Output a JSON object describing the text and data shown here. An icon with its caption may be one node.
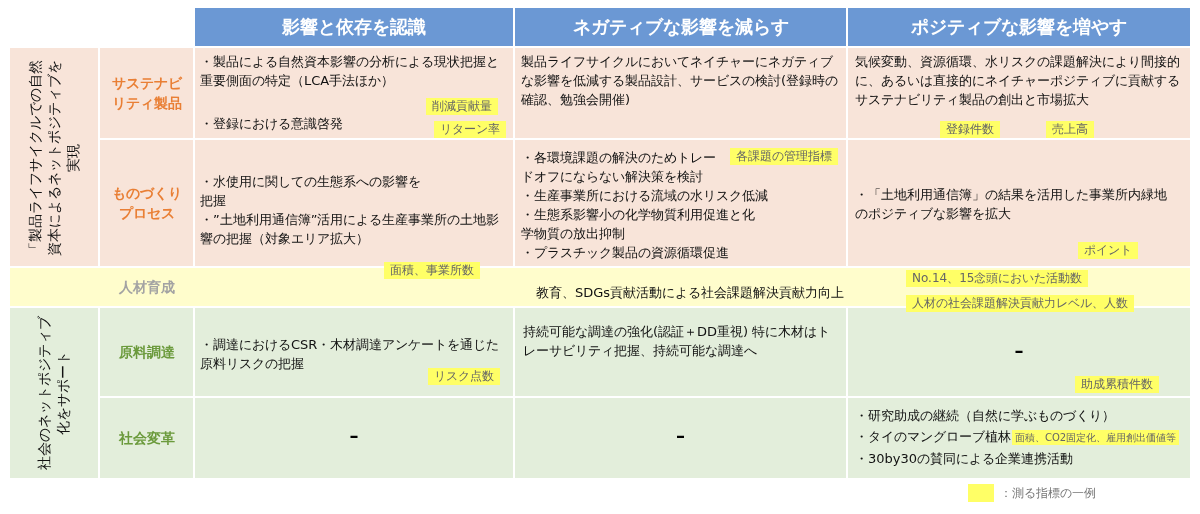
{
  "diagram": {
    "labels": [
      "影響と依存を認識",
      "ネガティブな影響を減らす",
      "ポジティブな影響を増やす",
      "「製品ライフサイクルでの自然資本によるネットポジティブを実現",
      "サステナビリティ製品",
      "・製品による自然資本影響の分析による現状把握と重要側面の特定（LCA手法ほか）",
      "・登録における意識啓発",
      "削減貢献量",
      "リターン率",
      "製品ライフサイクルにおいてネイチャーにネガティブな影響を低減する製品設計、サービスの検討(登録時の確認、勉強会開催)",
      "気候変動、資源循環、水リスクの課題解決により間接的に、あるいは直接的にネイチャーポジティブに貢献するサステナビリティ製品の創出と市場拡大",
      "登録件数",
      "売上高",
      "ものづくりプロセス",
      "・水使用に関しての生態系への影響を把握",
      "・”土地利用通信簿”活用による生産事業所の土地影響の把握（対象エリア拡大）",
      "面積、事業所数",
      "・各環境課題の解決のためトレードオフにならない解決策を検討",
      "各課題の管理指標",
      "・生産事業所における流域の水リスク低減",
      "・生態系影響小の化学物質利用促進と化学物質の放出抑制",
      "・プラスチック製品の資源循環促進",
      "・「土地利用通信簿」の結果を活用した事業所内緑地のポジティブな影響を拡大",
      "ポイント",
      "人材育成",
      "教育、SDGs貢献活動による社会課題解決貢献力向上",
      "No.14、15念頭においた活動数",
      "人材の社会課題解決貢献力レベル、人数",
      "社会のネットポジティブ化をサポート",
      "原料調達",
      "・調達におけるCSR・木材調達アンケートを通じた原料リスクの把握",
      "リスク点数",
      "持続可能な調達の強化(認証＋DD重視) 特に木材はトレーサビリティ把握、持続可能な調達へ",
      "–",
      "助成累積件数",
      "社会変革",
      "–",
      "–",
      "・研究助成の継続（自然に学ぶものづくり）",
      "・タイのマングローブ植林",
      "面積、CO2固定化、雇用創出価値等",
      "・30by30の賛同による企業連携活動"
    ],
    "legend": [
      {
        "text": "：測る指標の一例",
        "color": "#ffff66"
      }
    ]
  }
}
